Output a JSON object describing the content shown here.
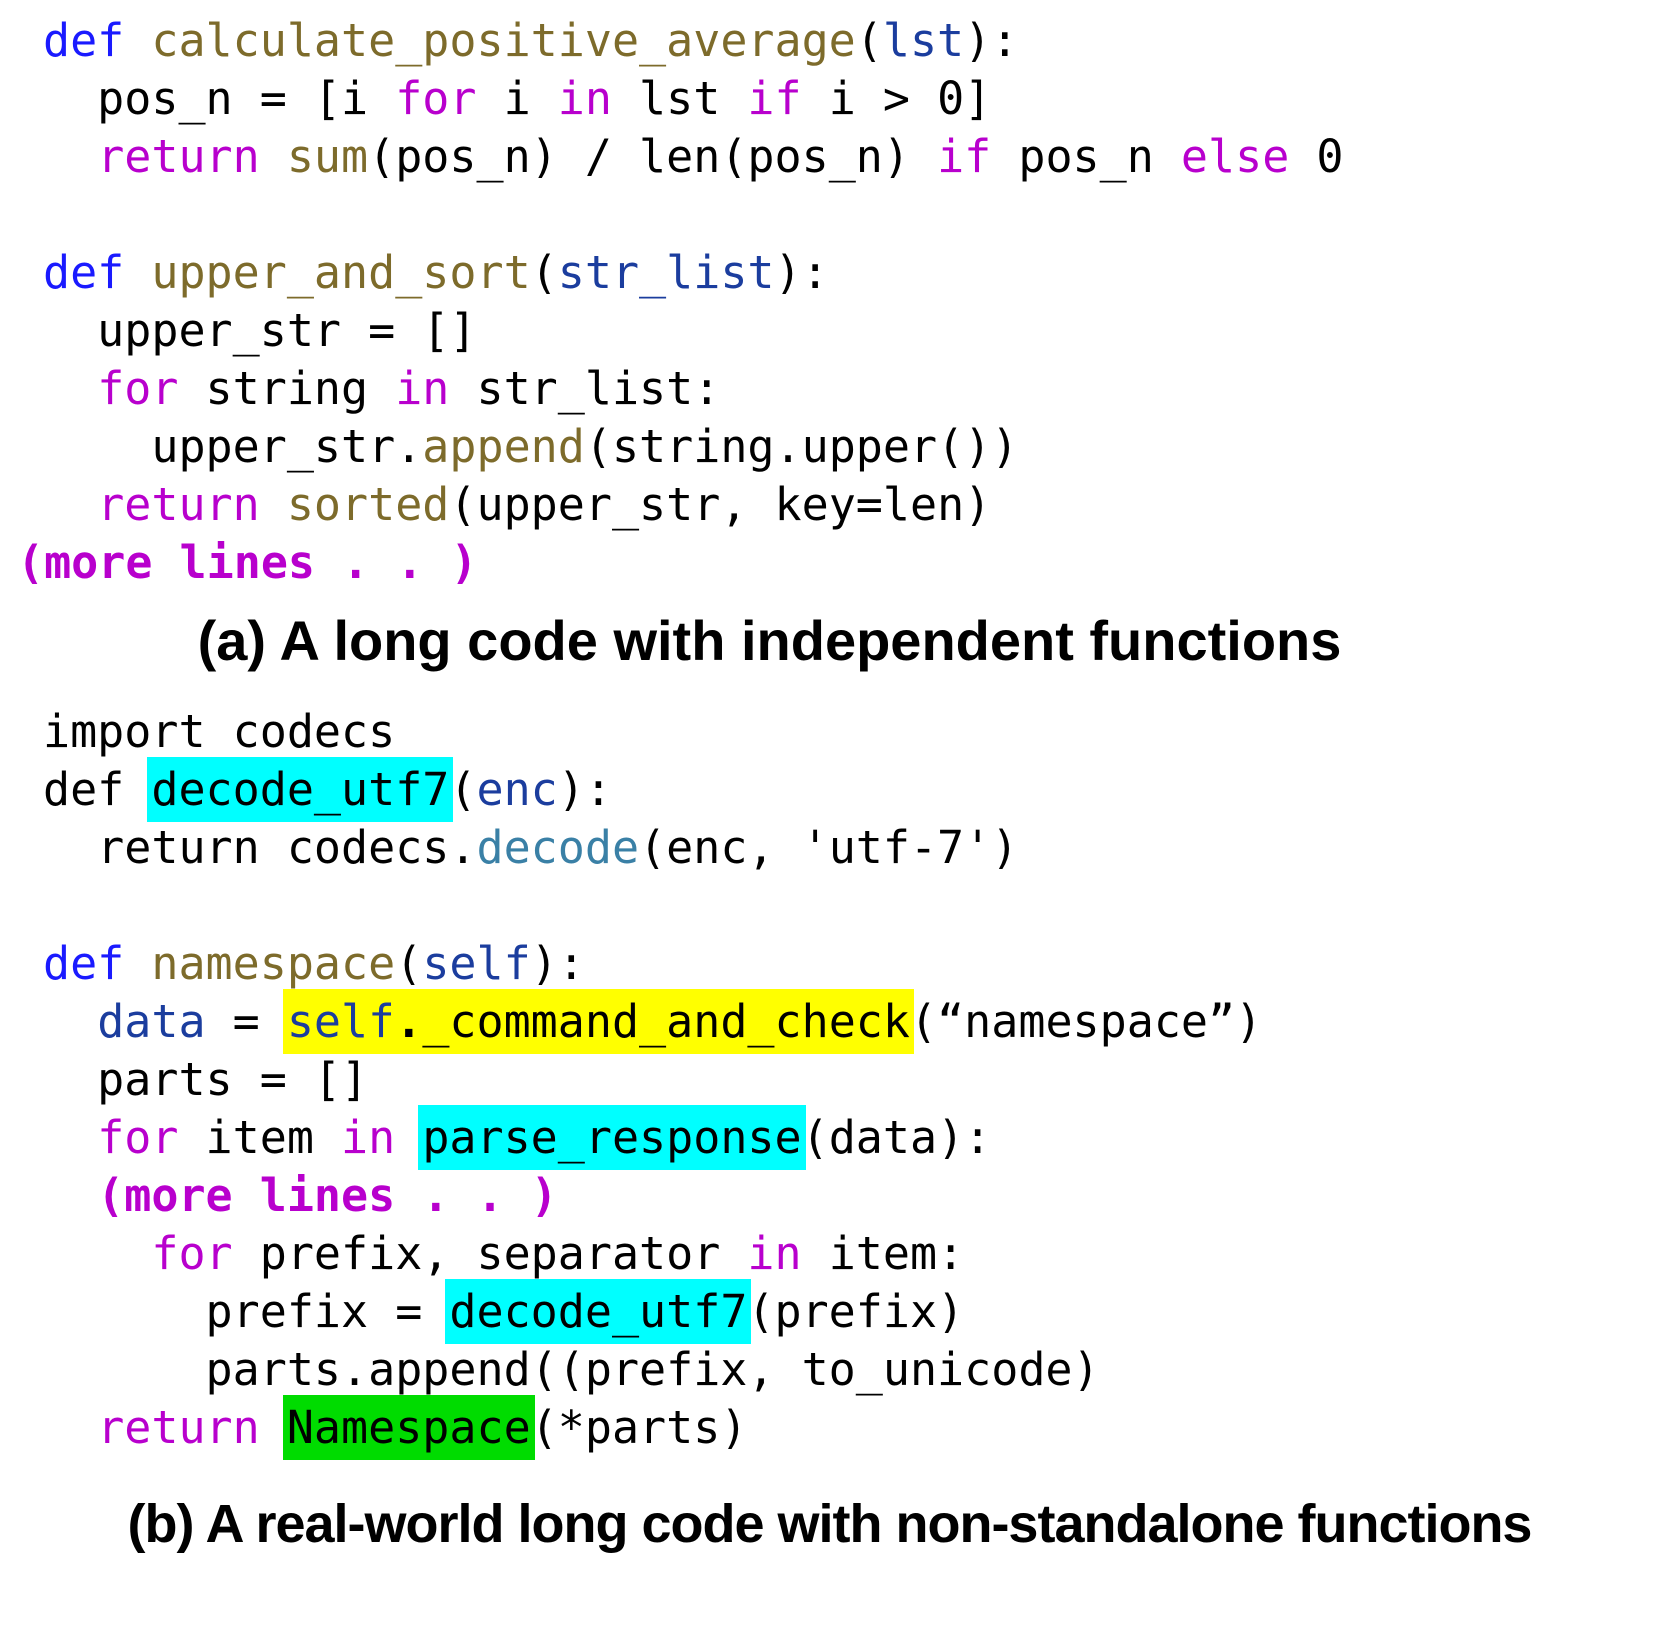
{
  "figure": {
    "caption_a": "(a) A long code with independent functions",
    "caption_b": "(b) A real-world long code with non-standalone functions"
  },
  "colors": {
    "text_black": "#000000",
    "keyword_magenta": "#b800cd",
    "def_blue": "#1a1aff",
    "function_olive": "#7d6b2b",
    "param_navy": "#1b3d9e",
    "method_teal": "#3a80a6",
    "highlight_cyan": "#00ffff",
    "highlight_yellow": "#ffff00",
    "highlight_green": "#00dc00"
  },
  "code_a": {
    "lines": [
      {
        "s": [
          {
            "t": "def ",
            "c": "kb"
          },
          {
            "t": "calculate_positive_average",
            "c": "fn"
          },
          {
            "t": "(",
            "c": "d"
          },
          {
            "t": "lst",
            "c": "p"
          },
          {
            "t": "):",
            "c": "d"
          }
        ]
      },
      {
        "s": [
          {
            "t": "  pos_n = [i ",
            "c": "d"
          },
          {
            "t": "for",
            "c": "k"
          },
          {
            "t": " i ",
            "c": "d"
          },
          {
            "t": "in",
            "c": "k"
          },
          {
            "t": " lst ",
            "c": "d"
          },
          {
            "t": "if",
            "c": "k"
          },
          {
            "t": " i > 0]",
            "c": "d"
          }
        ]
      },
      {
        "s": [
          {
            "t": "  ",
            "c": "d"
          },
          {
            "t": "return",
            "c": "k"
          },
          {
            "t": " ",
            "c": "d"
          },
          {
            "t": "sum",
            "c": "fn"
          },
          {
            "t": "(pos_n) / len(pos_n) ",
            "c": "d"
          },
          {
            "t": "if",
            "c": "k"
          },
          {
            "t": " pos_n ",
            "c": "d"
          },
          {
            "t": "else",
            "c": "k"
          },
          {
            "t": " 0",
            "c": "d"
          }
        ]
      },
      {
        "s": []
      },
      {
        "s": [
          {
            "t": "def ",
            "c": "kb"
          },
          {
            "t": "upper_and_sort",
            "c": "fn"
          },
          {
            "t": "(",
            "c": "d"
          },
          {
            "t": "str_list",
            "c": "p"
          },
          {
            "t": "):",
            "c": "d"
          }
        ]
      },
      {
        "s": [
          {
            "t": "  upper_str = []",
            "c": "d"
          }
        ]
      },
      {
        "s": [
          {
            "t": "  ",
            "c": "d"
          },
          {
            "t": "for",
            "c": "k"
          },
          {
            "t": " string ",
            "c": "d"
          },
          {
            "t": "in",
            "c": "k"
          },
          {
            "t": " str_list:",
            "c": "d"
          }
        ]
      },
      {
        "s": [
          {
            "t": "    upper_str.",
            "c": "d"
          },
          {
            "t": "append",
            "c": "fn"
          },
          {
            "t": "(string.upper())",
            "c": "d"
          }
        ]
      },
      {
        "s": [
          {
            "t": "  ",
            "c": "d"
          },
          {
            "t": "return",
            "c": "k"
          },
          {
            "t": " ",
            "c": "d"
          },
          {
            "t": "sorted",
            "c": "fn"
          },
          {
            "t": "(upper_str, key=len)",
            "c": "d"
          }
        ]
      },
      {
        "cls": "outdent",
        "s": [
          {
            "t": "(more lines . . )",
            "c": "m"
          }
        ]
      }
    ]
  },
  "code_b": {
    "lines": [
      {
        "s": [
          {
            "t": "import codecs",
            "c": "d"
          }
        ]
      },
      {
        "s": [
          {
            "t": "def ",
            "c": "d"
          },
          {
            "t": "decode_utf7",
            "c": "d",
            "h": "cyan"
          },
          {
            "t": "(",
            "c": "d"
          },
          {
            "t": "enc",
            "c": "p"
          },
          {
            "t": "):",
            "c": "d"
          }
        ]
      },
      {
        "s": [
          {
            "t": "  return codecs.",
            "c": "d"
          },
          {
            "t": "decode",
            "c": "t"
          },
          {
            "t": "(enc, 'utf-7')",
            "c": "d"
          }
        ]
      },
      {
        "s": []
      },
      {
        "s": [
          {
            "t": "def ",
            "c": "kb"
          },
          {
            "t": "namespace",
            "c": "fn"
          },
          {
            "t": "(",
            "c": "d"
          },
          {
            "t": "self",
            "c": "p"
          },
          {
            "t": "):",
            "c": "d"
          }
        ]
      },
      {
        "s": [
          {
            "t": "  ",
            "c": "d"
          },
          {
            "t": "data",
            "c": "p"
          },
          {
            "t": " = ",
            "c": "d"
          },
          {
            "t": "self",
            "c": "p",
            "h": "yellow"
          },
          {
            "t": ".",
            "c": "d",
            "h": "yellow",
            "b": true
          },
          {
            "t": "_command_and_check",
            "c": "d",
            "h": "yellow"
          },
          {
            "t": "(“namespace”)",
            "c": "d"
          }
        ]
      },
      {
        "s": [
          {
            "t": "  parts = []",
            "c": "d"
          }
        ]
      },
      {
        "s": [
          {
            "t": "  ",
            "c": "d"
          },
          {
            "t": "for",
            "c": "k"
          },
          {
            "t": " item ",
            "c": "d"
          },
          {
            "t": "in",
            "c": "k"
          },
          {
            "t": " ",
            "c": "d"
          },
          {
            "t": "parse_response",
            "c": "d",
            "h": "cyan"
          },
          {
            "t": "(data):",
            "c": "d"
          }
        ]
      },
      {
        "s": [
          {
            "t": "  (more lines . . )",
            "c": "m"
          }
        ]
      },
      {
        "s": [
          {
            "t": "    ",
            "c": "d"
          },
          {
            "t": "for",
            "c": "k"
          },
          {
            "t": " prefix, separator ",
            "c": "d"
          },
          {
            "t": "in",
            "c": "k"
          },
          {
            "t": " item:",
            "c": "d"
          }
        ]
      },
      {
        "s": [
          {
            "t": "      prefix = ",
            "c": "d"
          },
          {
            "t": "decode_utf7",
            "c": "d",
            "h": "cyan"
          },
          {
            "t": "(prefix)",
            "c": "d"
          }
        ]
      },
      {
        "s": [
          {
            "t": "      parts.append((prefix, to_unicode)",
            "c": "d"
          }
        ]
      },
      {
        "s": [
          {
            "t": "  ",
            "c": "d"
          },
          {
            "t": "return",
            "c": "k"
          },
          {
            "t": " ",
            "c": "d"
          },
          {
            "t": "Namespace",
            "c": "d",
            "h": "green"
          },
          {
            "t": "(*parts)",
            "c": "d"
          }
        ]
      }
    ]
  }
}
